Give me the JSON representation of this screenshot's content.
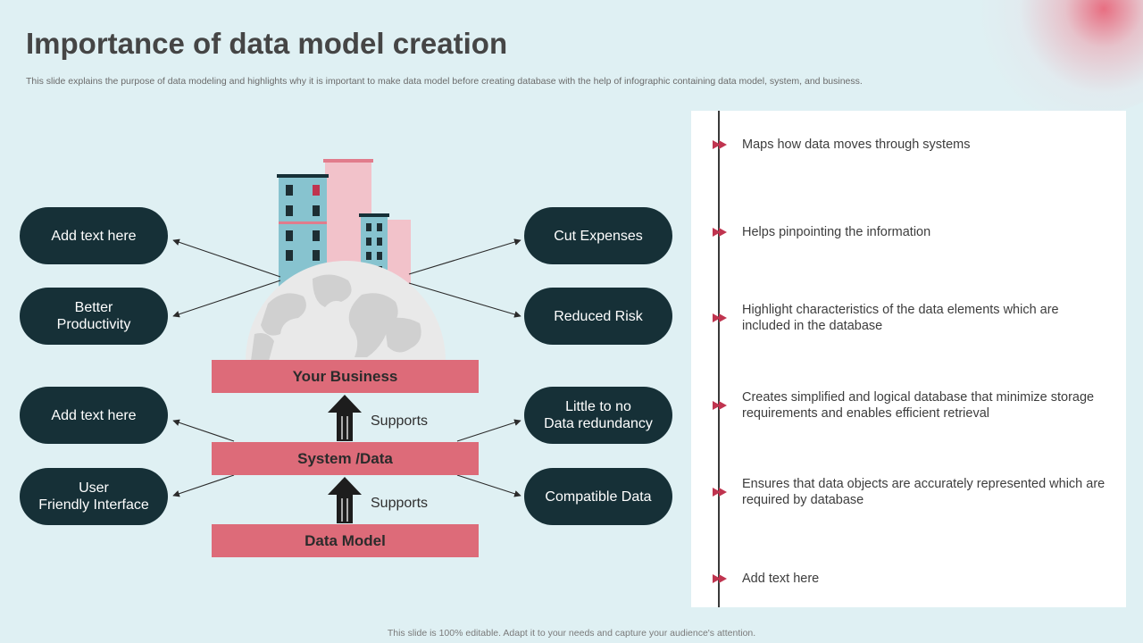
{
  "slide": {
    "title": "Importance of data model creation",
    "subtitle": "This slide explains the purpose of data modeling  and highlights why it is important to make data model before creating database with the help of infographic containing data model, system, and business.",
    "footer": "This slide is 100% editable.  Adapt it to your needs and capture your audience's attention."
  },
  "left_pills": [
    "Add text here",
    "Better\nProductivity",
    "Add text here",
    "User\nFriendly Interface"
  ],
  "right_pills": [
    "Cut Expenses",
    "Reduced Risk",
    "Little to no\nData redundancy",
    "Compatible Data"
  ],
  "layers": {
    "business": "Your Business",
    "system": "System /Data",
    "model": "Data Model"
  },
  "supports": [
    "Supports",
    "Supports"
  ],
  "panel_items": [
    "Maps how data moves through systems",
    "Helps pinpointing the information",
    "Highlight  characteristics of the data elements which are included in the database",
    "Creates simplified and logical database that  minimize storage requirements  and enables efficient retrieval",
    "Ensures that data objects  are accurately represented which are required by database",
    "Add text here"
  ],
  "colors": {
    "background": "#dff0f3",
    "pill": "#163037",
    "band": "#dd6b79",
    "accent": "#c0344f",
    "building_blue": "#87c3cf",
    "building_pink": "#f2c2ca",
    "globe": "#d8d8d8"
  }
}
